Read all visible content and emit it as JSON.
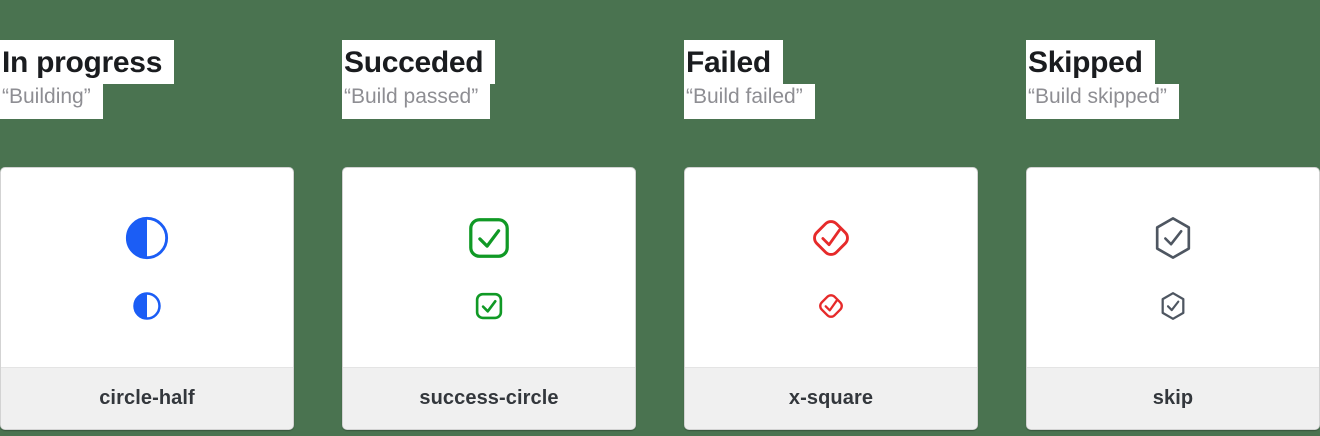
{
  "page": {
    "background_color": "#4a7350",
    "card_background": "#ffffff",
    "footer_background": "#f0f0f0"
  },
  "columns": [
    {
      "heading": "In progress",
      "subtitle": "“Building”",
      "label": "circle-half",
      "icon": "circle-half-icon",
      "color": "#1b5df5"
    },
    {
      "heading": "Succeded",
      "subtitle": "“Build passed”",
      "label": "success-circle",
      "icon": "check-square-icon",
      "color": "#109925"
    },
    {
      "heading": "Failed",
      "subtitle": "“Build failed”",
      "label": "x-square",
      "icon": "check-diamond-icon",
      "color": "#e62a2a"
    },
    {
      "heading": "Skipped",
      "subtitle": "“Build skipped”",
      "label": "skip",
      "icon": "check-hexagon-icon",
      "color": "#4e5661"
    }
  ]
}
